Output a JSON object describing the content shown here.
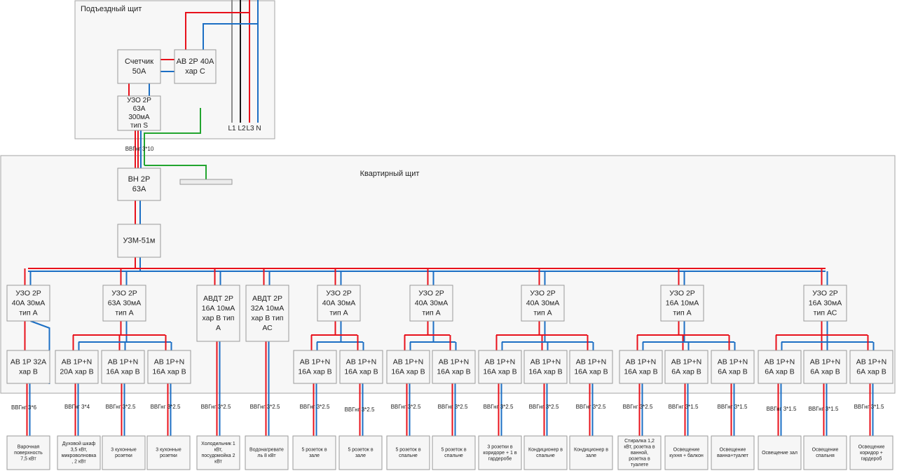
{
  "colors": {
    "phase": "#e8111b",
    "neutral": "#1c6fc4",
    "earth": "#22a52f",
    "l2": "#1a1a1a",
    "l1": "#8c8c8c"
  },
  "entry_panel": {
    "title": "Подъездный щит",
    "meter": [
      "Счетчик",
      "50А"
    ],
    "breaker": [
      "АВ 2Р 40А",
      "хар С"
    ],
    "rcd": [
      "УЗО 2Р",
      "63А",
      "300мА",
      "тип S"
    ],
    "bus_labels": [
      "L1",
      "L2",
      "L3",
      "N"
    ],
    "feeder_cable": "ВВГнг 3*10"
  },
  "apartment_panel": {
    "title": "Квартирный щит",
    "main_switch": [
      "ВН 2Р",
      "63А"
    ],
    "voltage_relay": [
      "УЗМ-51м"
    ],
    "groups": [
      {
        "rcd": [
          "УЗО 2Р",
          "40А 30мА",
          "тип А"
        ],
        "breakers": [
          {
            "label": [
              "АВ 1Р 32А",
              "хар В"
            ],
            "cable": "ВВГнг 3*6",
            "load": [
              "Варочная",
              "поверхность",
              "7,5 кВт"
            ]
          }
        ]
      },
      {
        "rcd": [
          "УЗО 2Р",
          "63А 30мА",
          "тип А"
        ],
        "breakers": [
          {
            "label": [
              "АВ 1Р+N",
              "20А хар В"
            ],
            "cable": "ВВГнг 3*4",
            "load": [
              "Духовой шкаф",
              "3,5 кВт,",
              "микроволновка",
              ", 2 кВт"
            ]
          },
          {
            "label": [
              "АВ 1Р+N",
              "16А хар В"
            ],
            "cable": "ВВГнг 3*2.5",
            "load": [
              "3 кухонные",
              "розетки"
            ]
          },
          {
            "label": [
              "АВ 1Р+N",
              "16А хар В"
            ],
            "cable": "ВВГнг 3*2.5",
            "load": [
              "3 кухонные",
              "розетки"
            ]
          }
        ]
      },
      {
        "rcd": [
          "АВДТ 2Р",
          "16А 10мА",
          "хар В тип",
          "А"
        ],
        "breakers": [
          {
            "label": [],
            "cable": "ВВГнг 3*2.5",
            "load": [
              "Холодильник 1",
              "кВт,",
              "посудомойка 2",
              "кВт"
            ]
          }
        ]
      },
      {
        "rcd": [
          "АВДТ 2Р",
          "32А 10мА",
          "хар В тип",
          "АС"
        ],
        "breakers": [
          {
            "label": [],
            "cable": "ВВГнг 3*2.5",
            "load": [
              "Водонагревате",
              "ль 8 кВт"
            ]
          }
        ]
      },
      {
        "rcd": [
          "УЗО 2Р",
          "40А 30мА",
          "тип А"
        ],
        "breakers": [
          {
            "label": [
              "АВ 1Р+N",
              "16А хар В"
            ],
            "cable": "ВВГнг 3*2.5",
            "load": [
              "5 розеток в",
              "зале"
            ]
          },
          {
            "label": [
              "АВ 1Р+N",
              "16А хар В"
            ],
            "cable": "ВВГнг 3*2.5",
            "load": [
              "5 розеток в",
              "зале"
            ]
          }
        ]
      },
      {
        "rcd": [
          "УЗО 2Р",
          "40А 30мА",
          "тип А"
        ],
        "breakers": [
          {
            "label": [
              "АВ 1Р+N",
              "16А хар В"
            ],
            "cable": "ВВГнг 3*2.5",
            "load": [
              "5 розеток в",
              "спальне"
            ]
          },
          {
            "label": [
              "АВ 1Р+N",
              "16А хар В"
            ],
            "cable": "ВВГнг 3*2.5",
            "load": [
              "5 розеток в",
              "спальне"
            ]
          }
        ]
      },
      {
        "rcd": [
          "УЗО 2Р",
          "40А 30мА",
          "тип А"
        ],
        "breakers": [
          {
            "label": [
              "АВ 1Р+N",
              "16А хар В"
            ],
            "cable": "ВВГнг 3*2.5",
            "load": [
              "3 розетки в",
              "коридоре + 1 в",
              "гардеробе"
            ]
          },
          {
            "label": [
              "АВ 1Р+N",
              "16А хар В"
            ],
            "cable": "ВВГнг 3*2.5",
            "load": [
              "Кондиционер в",
              "спальне"
            ]
          },
          {
            "label": [
              "АВ 1Р+N",
              "16А хар В"
            ],
            "cable": "ВВГнг 3*2.5",
            "load": [
              "Кондиционер в",
              "зале"
            ]
          }
        ]
      },
      {
        "rcd": [
          "УЗО 2Р",
          "16А 10мА",
          "тип А"
        ],
        "breakers": [
          {
            "label": [
              "АВ 1Р+N",
              "16А хар В"
            ],
            "cable": "ВВГнг 3*2.5",
            "load": [
              "Стиралка 1,2",
              "кВт, розетка в",
              "ванной,",
              "розетка в",
              "туалете"
            ]
          },
          {
            "label": [
              "АВ 1Р+N",
              "6А хар В"
            ],
            "cable": "ВВГнг 3*1.5",
            "load": [
              "Освещение",
              "кухня + балкон"
            ]
          },
          {
            "label": [
              "АВ 1Р+N",
              "6А хар В"
            ],
            "cable": "ВВГнг 3*1.5",
            "load": [
              "Освещение",
              "ванна+туалет"
            ]
          }
        ]
      },
      {
        "rcd": [
          "УЗО 2Р",
          "16А 30мА",
          "тип АС"
        ],
        "breakers": [
          {
            "label": [
              "АВ 1Р+N",
              "6А хар В"
            ],
            "cable": "ВВГнг 3*1.5",
            "load": [
              "Освещение зал"
            ]
          },
          {
            "label": [
              "АВ 1Р+N",
              "6А хар В"
            ],
            "cable": "ВВГнг 3*1.5",
            "load": [
              "Освещение",
              "спальня"
            ]
          },
          {
            "label": [
              "АВ 1Р+N",
              "6А хар В"
            ],
            "cable": "ВВГнг 3*1.5",
            "load": [
              "Освещение",
              "коридор +",
              "гардероб"
            ]
          }
        ]
      }
    ]
  }
}
